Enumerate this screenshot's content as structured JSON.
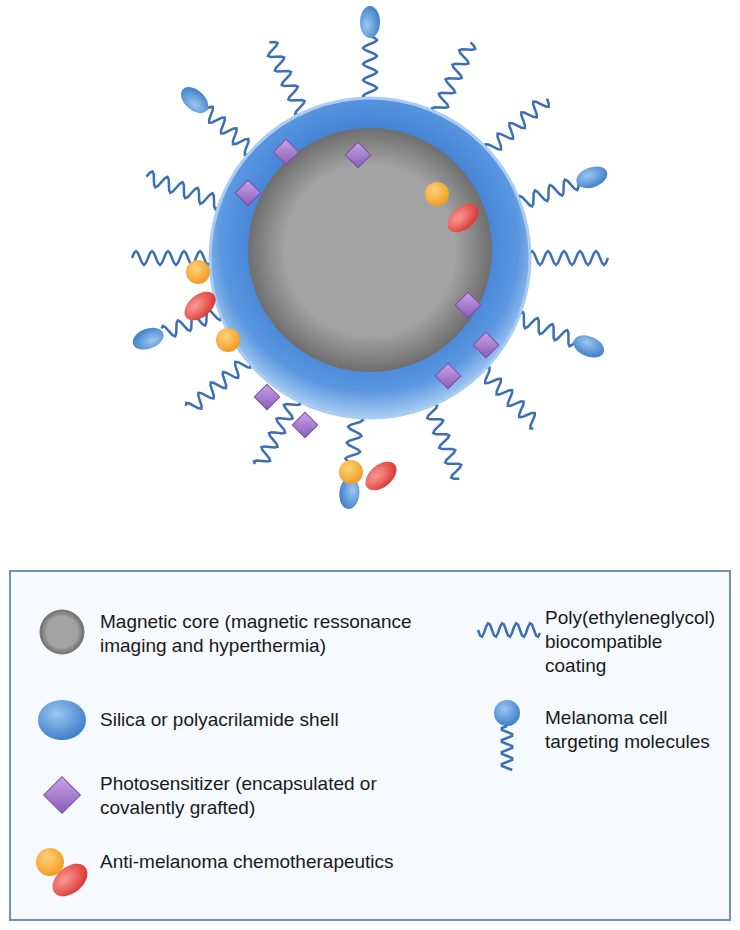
{
  "diagram": {
    "legend": [
      {
        "text": "Magnetic core (magnetic ressonance imaging and hyperthermia)"
      },
      {
        "text": "Silica or polyacrilamide shell"
      },
      {
        "text": "Photosensitizer (encapsulated or covalently grafted)"
      },
      {
        "text": "Anti-melanoma chemotherapeutics"
      },
      {
        "text": "Poly(ethyleneglycol) biocompatible coating"
      },
      {
        "text": "Melanoma cell targeting molecules"
      }
    ]
  }
}
